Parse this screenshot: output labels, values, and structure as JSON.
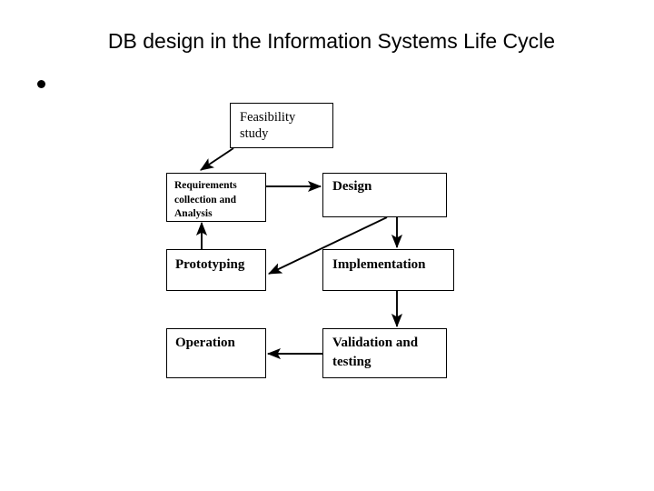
{
  "slide": {
    "title": "DB design in the Information Systems Life Cycle",
    "bullet_marker": "bullet-point",
    "background_color": "#ffffff",
    "text_color": "#000000"
  },
  "diagram": {
    "type": "flowchart",
    "nodes": [
      {
        "id": "feasibility",
        "label": "Feasibility\nstudy"
      },
      {
        "id": "requirements",
        "label": "Requirements\ncollection and\nAnalysis"
      },
      {
        "id": "design",
        "label": "Design"
      },
      {
        "id": "prototyping",
        "label": "Prototyping"
      },
      {
        "id": "implementation",
        "label": "Implementation"
      },
      {
        "id": "operation",
        "label": "Operation"
      },
      {
        "id": "validation",
        "label": "Validation and\ntesting"
      }
    ],
    "edges": [
      {
        "from": "feasibility",
        "to": "requirements",
        "style": "diagonal-down-left"
      },
      {
        "from": "requirements",
        "to": "design",
        "style": "horizontal-right"
      },
      {
        "from": "design",
        "to": "prototyping",
        "style": "diagonal-down-left"
      },
      {
        "from": "design",
        "to": "implementation",
        "style": "vertical-down"
      },
      {
        "from": "prototyping",
        "to": "requirements",
        "style": "vertical-up"
      },
      {
        "from": "implementation",
        "to": "validation",
        "style": "vertical-down"
      },
      {
        "from": "validation",
        "to": "operation",
        "style": "horizontal-left"
      }
    ],
    "line_color": "#000000"
  }
}
